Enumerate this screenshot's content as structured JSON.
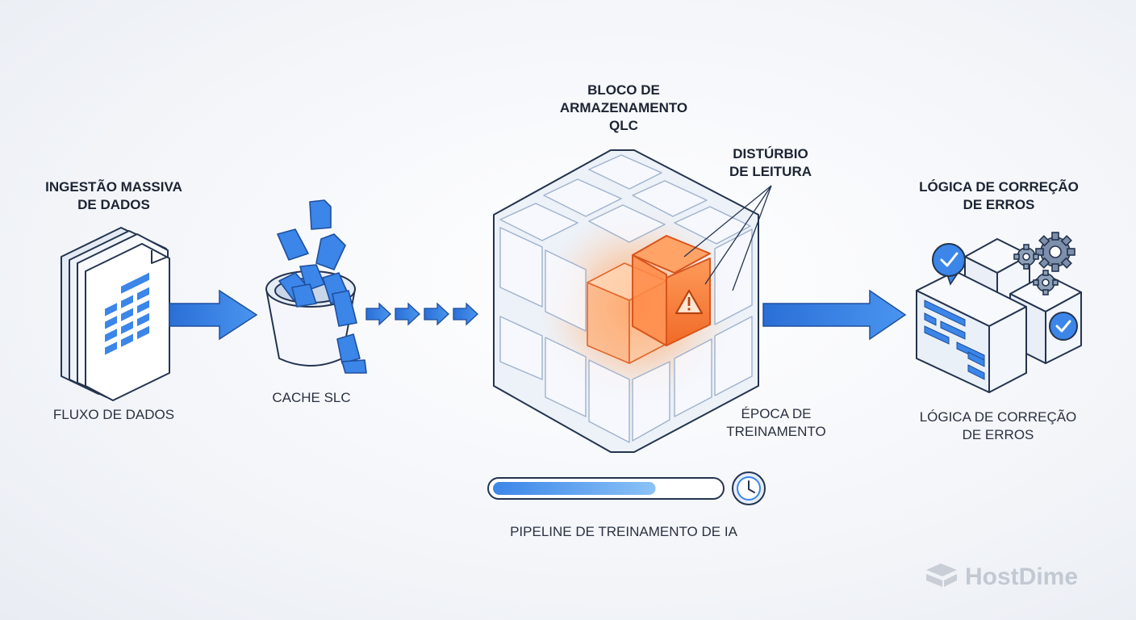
{
  "stages": {
    "ingest": {
      "title_line1": "INGESTÃO MASSIVA",
      "title_line2": "DE DADOS",
      "label": "FLUXO DE DADOS"
    },
    "cache": {
      "label": "CACHE SLC"
    },
    "block": {
      "title_line1": "BLOCO DE",
      "title_line2": "ARMAZENAMENTO",
      "title_line3": "QLC"
    },
    "disturb": {
      "title_line1": "DISTÚRBIO",
      "title_line2": "DE LEITURA"
    },
    "epoch": {
      "label_line1": "ÉPOCA DE",
      "label_line2": "TREINAMENTO"
    },
    "ecc": {
      "title_line1": "LÓGICA DE CORREÇÃO",
      "title_line2": "DE ERROS",
      "label_line1": "LÓGICA DE CORREÇÃO",
      "label_line2": "DE ERROS"
    }
  },
  "pipeline": {
    "label": "PIPELINE DE TREINAMENTO DE IA",
    "progress": 0.72
  },
  "brand": {
    "name": "HostDime"
  },
  "colors": {
    "accent": "#3b86e8",
    "accent_dark": "#1f5fbf",
    "warning": "#f07a3a",
    "outline": "#24344f"
  },
  "icons": [
    "document-icon",
    "bucket-icon",
    "cube-grid-icon",
    "warning-icon",
    "clock-icon",
    "check-icon",
    "gear-icon",
    "hostdime-logo-icon"
  ]
}
